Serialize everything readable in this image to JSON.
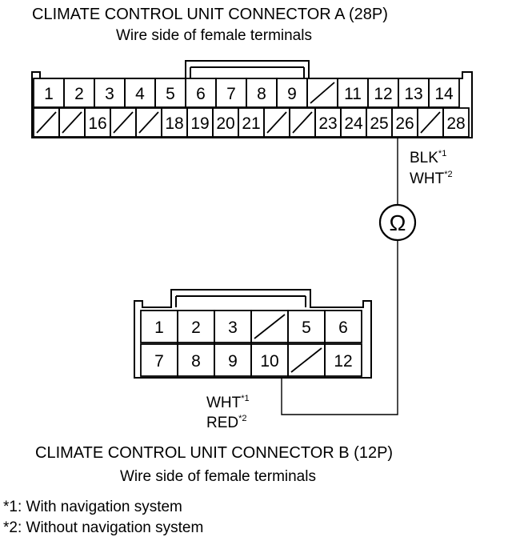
{
  "connector_a": {
    "title": "CLIMATE CONTROL UNIT CONNECTOR A (28P)",
    "subtitle": "Wire side of female terminals",
    "row1": [
      "1",
      "2",
      "3",
      "4",
      "5",
      "6",
      "7",
      "8",
      "9",
      "/",
      "11",
      "12",
      "13",
      "14"
    ],
    "row2": [
      "/",
      "/",
      "16",
      "/",
      "/",
      "18",
      "19",
      "20",
      "21",
      "/",
      "/",
      "23",
      "24",
      "25",
      "26",
      "/",
      "28"
    ]
  },
  "connector_b": {
    "title": "CLIMATE CONTROL UNIT CONNECTOR B (12P)",
    "subtitle": "Wire side of female terminals",
    "row1": [
      "1",
      "2",
      "3",
      "/",
      "5",
      "6"
    ],
    "row2": [
      "7",
      "8",
      "9",
      "10",
      "/",
      "12"
    ]
  },
  "ohmmeter_symbol": "Ω",
  "wire_a": {
    "color1": "BLK",
    "ref1": "*1",
    "color2": "WHT",
    "ref2": "*2"
  },
  "wire_b": {
    "color1": "WHT",
    "ref1": "*1",
    "color2": "RED",
    "ref2": "*2"
  },
  "notes": {
    "n1": "*1: With navigation system",
    "n2": "*2: Without navigation system"
  }
}
